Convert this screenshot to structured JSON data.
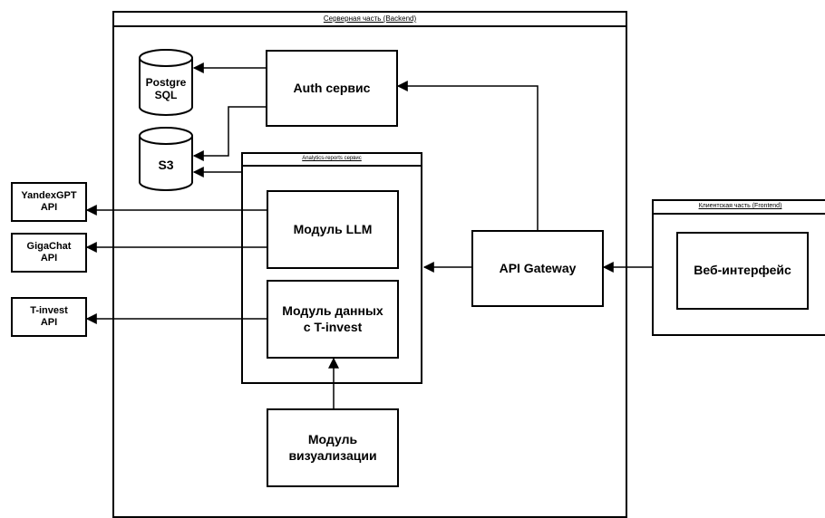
{
  "containers": {
    "backend": {
      "title": "Серверная часть (Backend)"
    },
    "analytics": {
      "title": "Analytics-reports сервис"
    },
    "frontend": {
      "title": "Клиентская часть (Frontend)"
    }
  },
  "nodes": {
    "postgresql": "Postgre\nSQL",
    "s3": "S3",
    "auth": "Auth сервис",
    "llm": "Модуль LLM",
    "tinvest_module": "Модуль данных\nс T-invest",
    "visualization": "Модуль\nвизуализации",
    "api_gateway": "API Gateway",
    "web_ui": "Веб-интерфейс"
  },
  "external_apis": {
    "yandexgpt": "YandexGPT\nAPI",
    "gigachat": "GigaChat\nAPI",
    "tinvest": "T-invest\nAPI"
  }
}
